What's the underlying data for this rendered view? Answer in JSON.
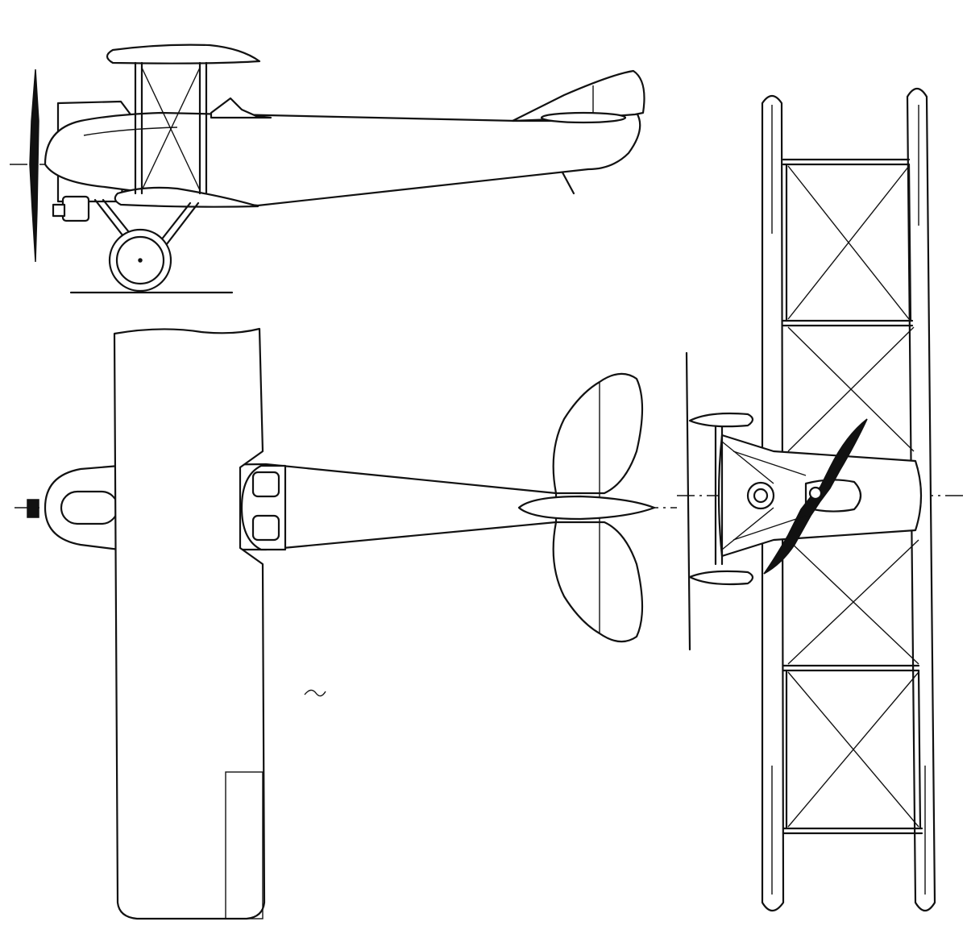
{
  "drawing": {
    "background": "#ffffff",
    "line_color": "#111111",
    "views": [
      "side-view",
      "top-view",
      "front-view"
    ]
  }
}
